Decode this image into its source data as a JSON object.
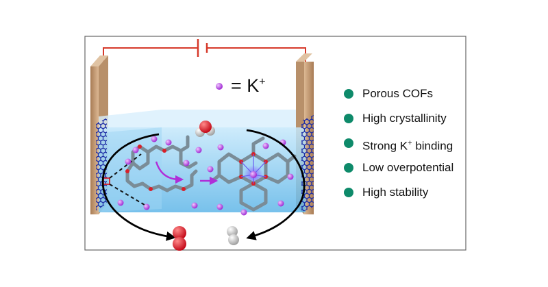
{
  "legend": {
    "prefix": "= K",
    "superscript": "+"
  },
  "features": {
    "bullet_color": "#0e8a6a",
    "items": [
      {
        "text": "Porous COFs",
        "sup": "",
        "after": ""
      },
      {
        "text": "High crystallinity",
        "sup": "",
        "after": ""
      },
      {
        "text": "Strong K",
        "sup": "+",
        "after": " binding"
      },
      {
        "text": "Low overpotential",
        "sup": "",
        "after": ""
      },
      {
        "text": "High stability",
        "sup": "",
        "after": ""
      }
    ]
  },
  "colors": {
    "frame": "#666666",
    "circuit": "#d6392a",
    "electrode": "#c49a72",
    "graphene": "#1c2da6",
    "electrolyte": "#8fd0f2",
    "ion": "#a524d8",
    "framework": "#7a8c97",
    "oxygen": "#d8202a",
    "arrow_reaction": "#b02ed8"
  },
  "icons": [
    "potassium-ion-icon",
    "water-molecule-icon",
    "oxygen-molecule-icon",
    "hydrogen-molecule-icon",
    "battery-icon"
  ]
}
